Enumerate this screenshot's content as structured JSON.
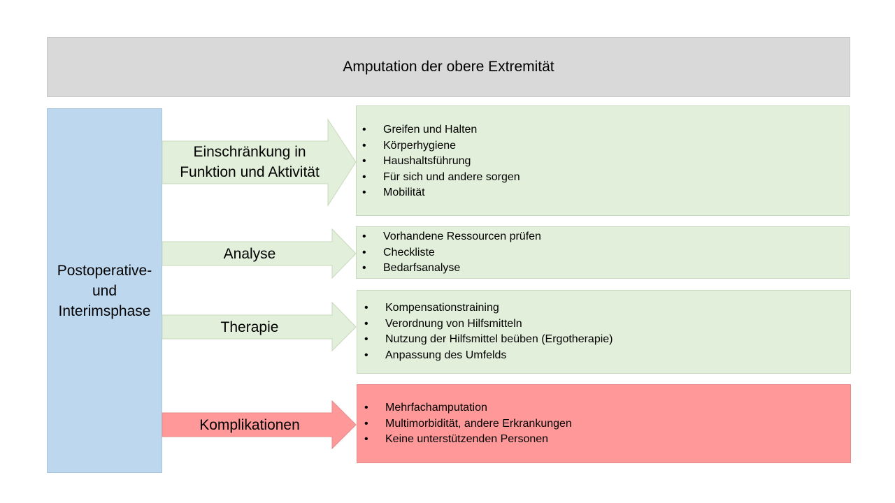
{
  "title": "Amputation der obere Extremität",
  "phase": "Postoperative-\nund\nInterimsphase",
  "colors": {
    "title_bg": "#d9d9d9",
    "phase_bg": "#bdd7ee",
    "green": "#e2efda",
    "red": "#ff9999"
  },
  "rows": [
    {
      "label": "Einschränkung in\nFunktion und Aktivität",
      "items": [
        "Greifen und Halten",
        "Körperhygiene",
        "Haushaltsführung",
        "Für sich und andere sorgen",
        "Mobilität"
      ]
    },
    {
      "label": "Analyse",
      "items": [
        "Vorhandene Ressourcen prüfen",
        "Checkliste",
        "Bedarfsanalyse"
      ]
    },
    {
      "label": "Therapie",
      "items": [
        "Kompensationstraining",
        "Verordnung von Hilfsmitteln",
        "Nutzung der Hilfsmittel beüben (Ergotherapie)",
        "Anpassung des Umfelds"
      ]
    },
    {
      "label": "Komplikationen",
      "items": [
        "Mehrfachamputation",
        "Multimorbidität, andere Erkrankungen",
        "Keine unterstützenden Personen"
      ]
    }
  ]
}
